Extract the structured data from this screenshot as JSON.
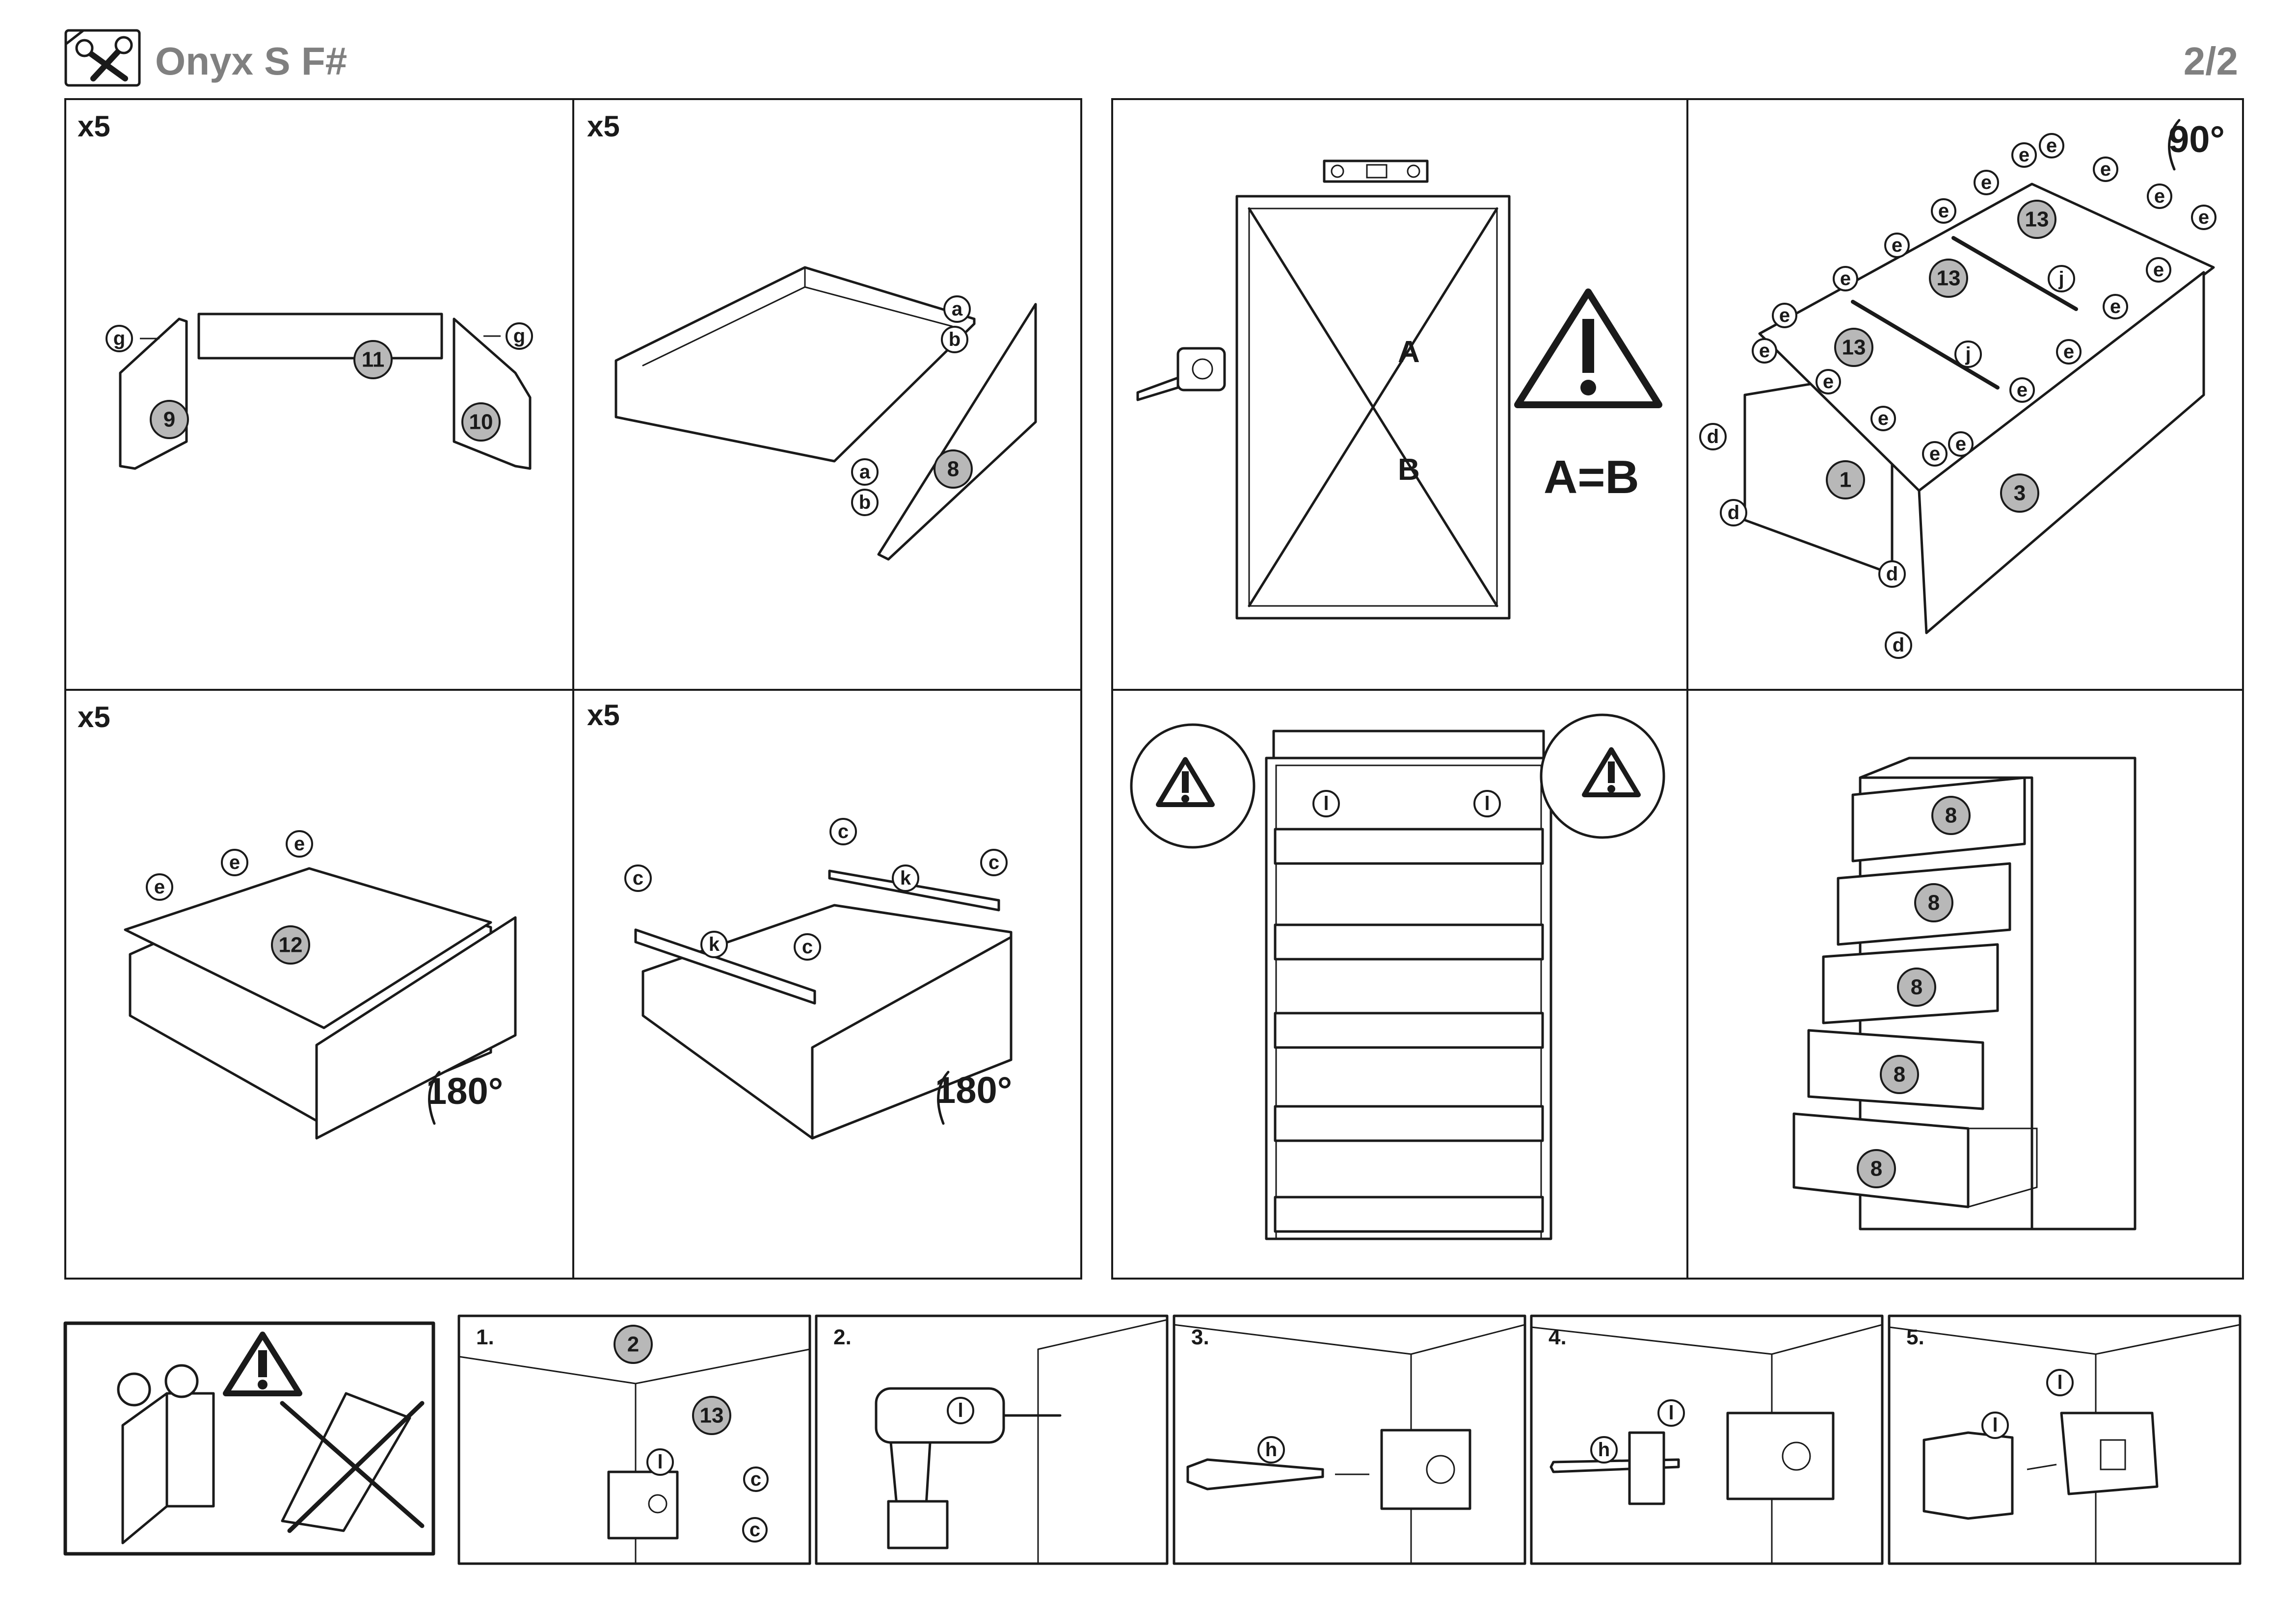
{
  "header": {
    "title": "Onyx S F#",
    "page": "2/2",
    "icon": "tools-icon"
  },
  "panels": {
    "side_frame": {
      "quantity": "x5",
      "parts": [
        "9",
        "11",
        "10"
      ],
      "hardware": [
        "g",
        "g"
      ]
    },
    "attach_front": {
      "quantity": "x5",
      "parts": [
        "8"
      ],
      "hardware": [
        "a",
        "b",
        "a",
        "b"
      ]
    },
    "drawer_bottom": {
      "quantity": "x5",
      "parts": [
        "12"
      ],
      "hardware": [
        "e",
        "e",
        "e"
      ],
      "rotation": "180°"
    },
    "drawer_runners": {
      "quantity": "x5",
      "hardware": [
        "c",
        "k",
        "c",
        "c",
        "k",
        "c"
      ],
      "rotation": "180°"
    },
    "square_check": {
      "diagonal_a": "A",
      "diagonal_b": "B",
      "rule": "A=B",
      "icons": [
        "spirit-level-icon",
        "tape-measure-icon",
        "warning-icon"
      ]
    },
    "back_panels": {
      "parts": [
        "13",
        "13",
        "13",
        "1",
        "3"
      ],
      "hardware_e": "e",
      "hardware_j": "j",
      "hardware_d": "d",
      "rotation": "90°"
    },
    "cabinet_runners": {
      "hardware": [
        "l",
        "l"
      ],
      "icons": [
        "warning-icon",
        "warning-icon"
      ]
    },
    "insert_drawers": {
      "parts": [
        "8",
        "8",
        "8",
        "8",
        "8"
      ]
    }
  },
  "wall_fixing": {
    "warning_icon": "warning-icon",
    "steps": [
      {
        "number": "1.",
        "parts": [
          "2",
          "13"
        ],
        "hardware": [
          "l",
          "c",
          "c"
        ]
      },
      {
        "number": "2.",
        "hardware": [
          "l"
        ],
        "icon": "drill-icon"
      },
      {
        "number": "3.",
        "hardware": [
          "h"
        ]
      },
      {
        "number": "4.",
        "hardware": [
          "l",
          "h"
        ]
      },
      {
        "number": "5.",
        "hardware": [
          "l",
          "l"
        ]
      }
    ]
  }
}
